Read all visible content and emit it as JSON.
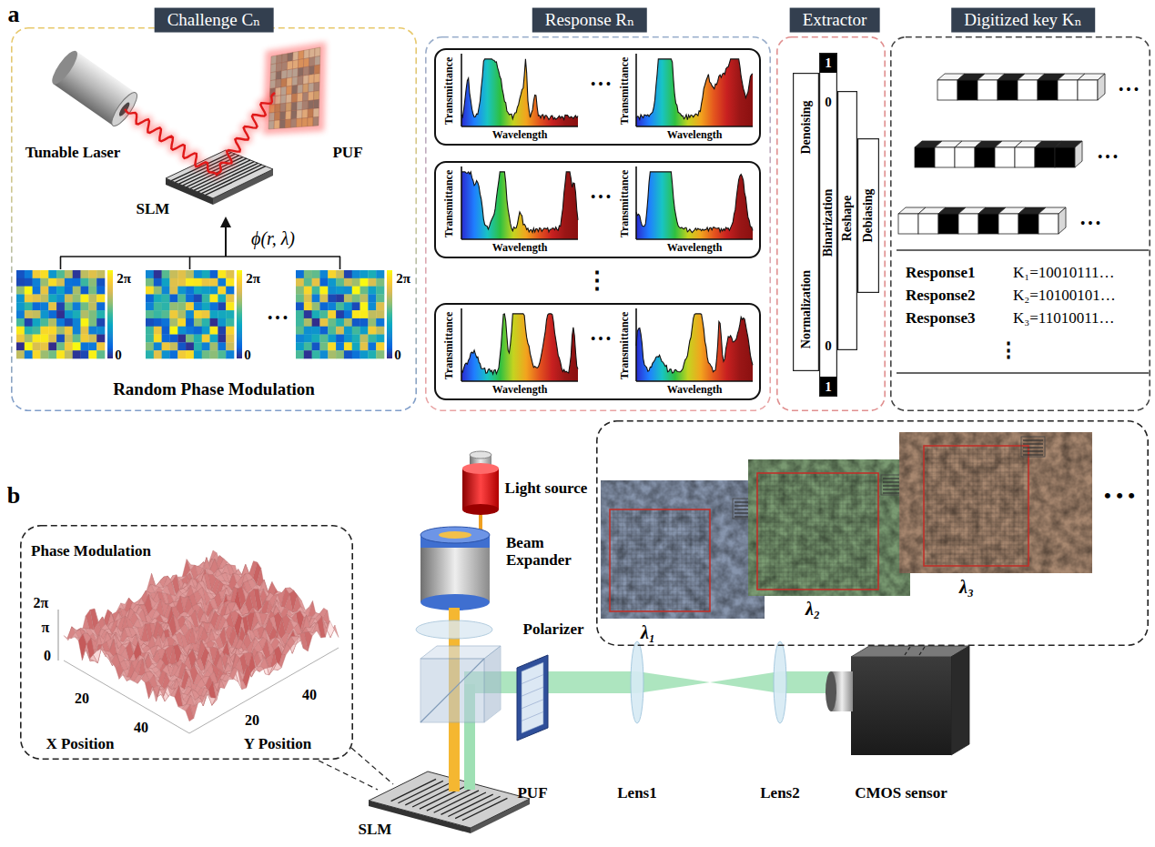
{
  "diagram": {
    "nodes": [
      {
        "text": [
          "Challenge Cₙ"
        ]
      },
      {
        "text": [
          "Response Rₙ"
        ]
      },
      {
        "text": [
          "Transmittance",
          "Wavelength",
          "• • •",
          "Transmittance",
          "Wavelength"
        ],
        "in": 1
      },
      {
        "text": [
          "Transmittance",
          "Wavelength",
          "• • •",
          "Transmittance",
          "Wavelength"
        ],
        "in": 1
      },
      {
        "text": [
          "Transmittance",
          "Wavelength",
          "• • •",
          "Transmittance",
          "Wavelength"
        ],
        "in": 1
      },
      {
        "text": [
          "Extractor"
        ]
      },
      {
        "text": [
          "Denoising",
          "Normalization"
        ],
        "in": 5
      },
      {
        "text": [
          "1",
          "0",
          "Binarization",
          "0",
          "1"
        ],
        "in": 5
      },
      {
        "text": [
          "Reshape"
        ],
        "in": 5
      },
      {
        "text": [
          "Debiasing"
        ],
        "in": 5
      },
      {
        "text": [
          "Digitized key Kₙ"
        ]
      },
      {
        "text": [
          "Phase Modulation",
          "2π",
          "π",
          "0",
          "20",
          "40",
          "X Position",
          "20",
          "40",
          "Y Position"
        ]
      },
      {
        "text": [
          "λ₁",
          "λ₂",
          "λ₃",
          "• • •"
        ]
      }
    ],
    "labels": [
      "a",
      "Tunable Laser",
      "PUF",
      "SLM",
      "ϕ(r, λ)",
      "2π",
      "0",
      "2π",
      "0",
      "• • •",
      "2π",
      "0",
      "Random Phase Modulation",
      "⋮",
      "• • •",
      "• • •",
      "• • •",
      "Response1",
      "K₁=10010111…",
      "Response2",
      "K₂=10100101…",
      "Response3",
      "K₃=11010011…",
      "⋮",
      "b",
      "Light source",
      "Beam Expander",
      "Polarizer",
      "SLM",
      "PUF",
      "Lens1",
      "Lens2",
      "CMOS sensor"
    ]
  }
}
